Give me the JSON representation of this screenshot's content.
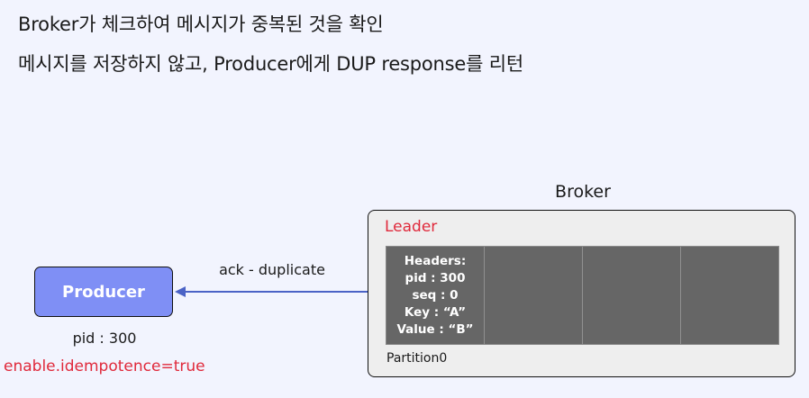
{
  "header": {
    "line1": "Broker가 체크하여 메시지가 중복된 것을 확인",
    "line2": "메시지를 저장하지 않고, Producer에게 DUP response를 리턴"
  },
  "producer": {
    "label": "Producer",
    "pid": "pid : 300",
    "config": "enable.idempotence=true"
  },
  "arrow": {
    "label": "ack - duplicate",
    "color": "#4b63c6"
  },
  "broker": {
    "title": "Broker",
    "leader_label": "Leader",
    "partition_label": "Partition0",
    "message": {
      "headers": "Headers:",
      "pid": "pid : 300",
      "seq": "seq : 0",
      "key": "Key : “A”",
      "value": "Value : “B”"
    }
  },
  "colors": {
    "background": "#f2f4fe",
    "producer_fill": "#7f8ff5",
    "accent_red": "#e0293b",
    "partition_fill": "#666666"
  }
}
